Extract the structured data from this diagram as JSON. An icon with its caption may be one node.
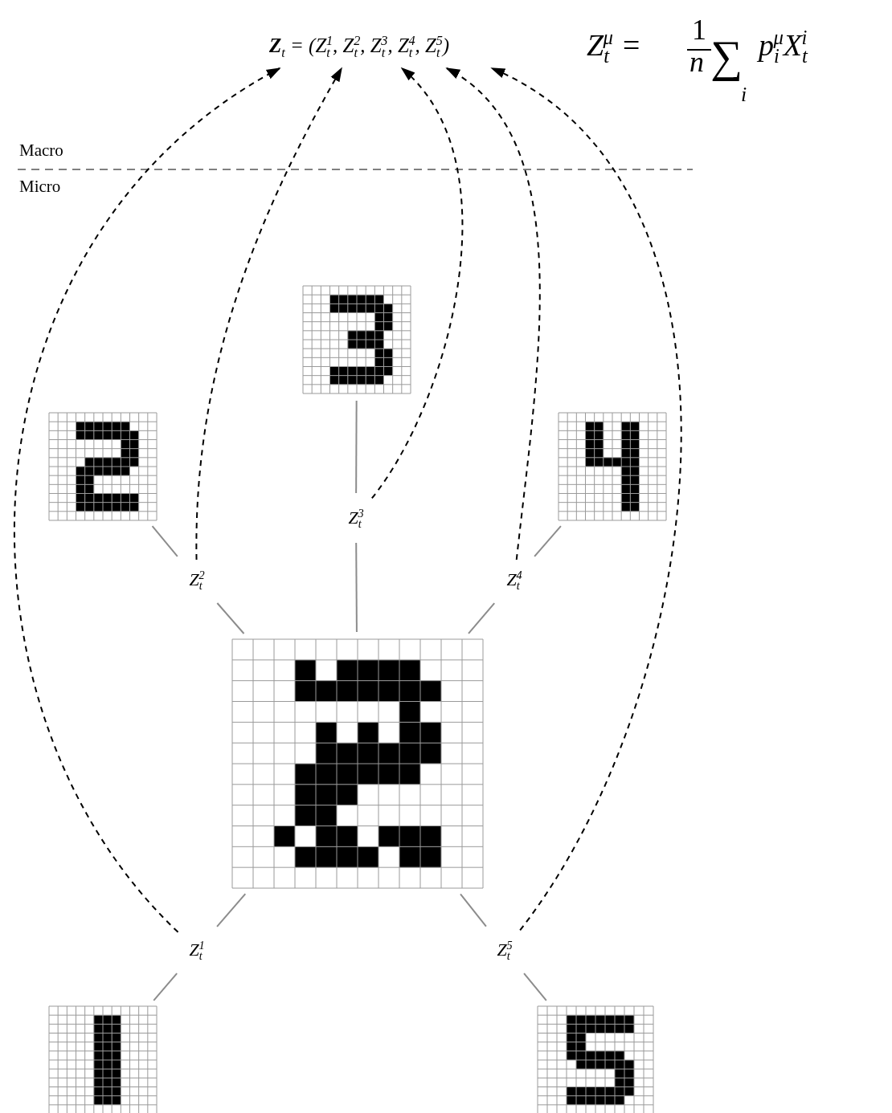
{
  "diagram": {
    "nodes": [
      {
        "text": [
          "**Z**$_{t}$ = (Z$_{t}$$^{1}$, Z$_{t}$$^{2}$, Z$_{t}$$^{3}$, Z$_{t}$$^{4}$, Z$_{t}$$^{5}$)"
        ]
      },
      {
        "text": [
          "Z$_{t}$$^{1}$"
        ]
      },
      {
        "text": [
          "Z$_{t}$$^{2}$"
        ]
      },
      {
        "text": [
          "Z$_{t}$$^{3}$"
        ]
      },
      {
        "text": [
          "Z$_{t}$$^{4}$"
        ]
      },
      {
        "text": [
          "Z$_{t}$$^{5}$"
        ]
      },
      {
        "text": [],
        "shape": "grid"
      },
      {
        "text": [],
        "shape": "grid"
      },
      {
        "text": [],
        "shape": "grid"
      },
      {
        "text": [],
        "shape": "grid"
      },
      {
        "text": [],
        "shape": "grid"
      },
      {
        "text": [],
        "shape": "grid"
      }
    ],
    "edges": [
      {
        "from": 7,
        "to": 1,
        "arrow": "none"
      },
      {
        "from": 6,
        "to": 1,
        "arrow": "none"
      },
      {
        "from": 8,
        "to": 2,
        "arrow": "none"
      },
      {
        "from": 6,
        "to": 2,
        "arrow": "none"
      },
      {
        "from": 9,
        "to": 3,
        "arrow": "none"
      },
      {
        "from": 6,
        "to": 3,
        "arrow": "none"
      },
      {
        "from": 10,
        "to": 4,
        "arrow": "none"
      },
      {
        "from": 6,
        "to": 4,
        "arrow": "none"
      },
      {
        "from": 6,
        "to": 5,
        "arrow": "none"
      },
      {
        "from": 11,
        "to": 5,
        "arrow": "none"
      },
      {
        "from": 1,
        "to": 0,
        "arrow": "to",
        "style": "dashed",
        "color": "#000000"
      },
      {
        "from": 2,
        "to": 0,
        "arrow": "to",
        "style": "dashed",
        "color": "#000000"
      },
      {
        "from": 3,
        "to": 0,
        "arrow": "to",
        "style": "dashed",
        "color": "#000000"
      },
      {
        "from": 4,
        "to": 0,
        "arrow": "to",
        "style": "dashed",
        "color": "#000000"
      },
      {
        "from": 5,
        "to": 0,
        "arrow": "to",
        "style": "dashed",
        "color": "#000000"
      }
    ],
    "labels": [
      "Macro",
      "Micro",
      "Z$_{t}$$^{μ}$ =",
      "1",
      "n",
      "∑",
      "i",
      "p$_{i}$$^{μ}$X$_{t}$$^{i}$"
    ]
  }
}
